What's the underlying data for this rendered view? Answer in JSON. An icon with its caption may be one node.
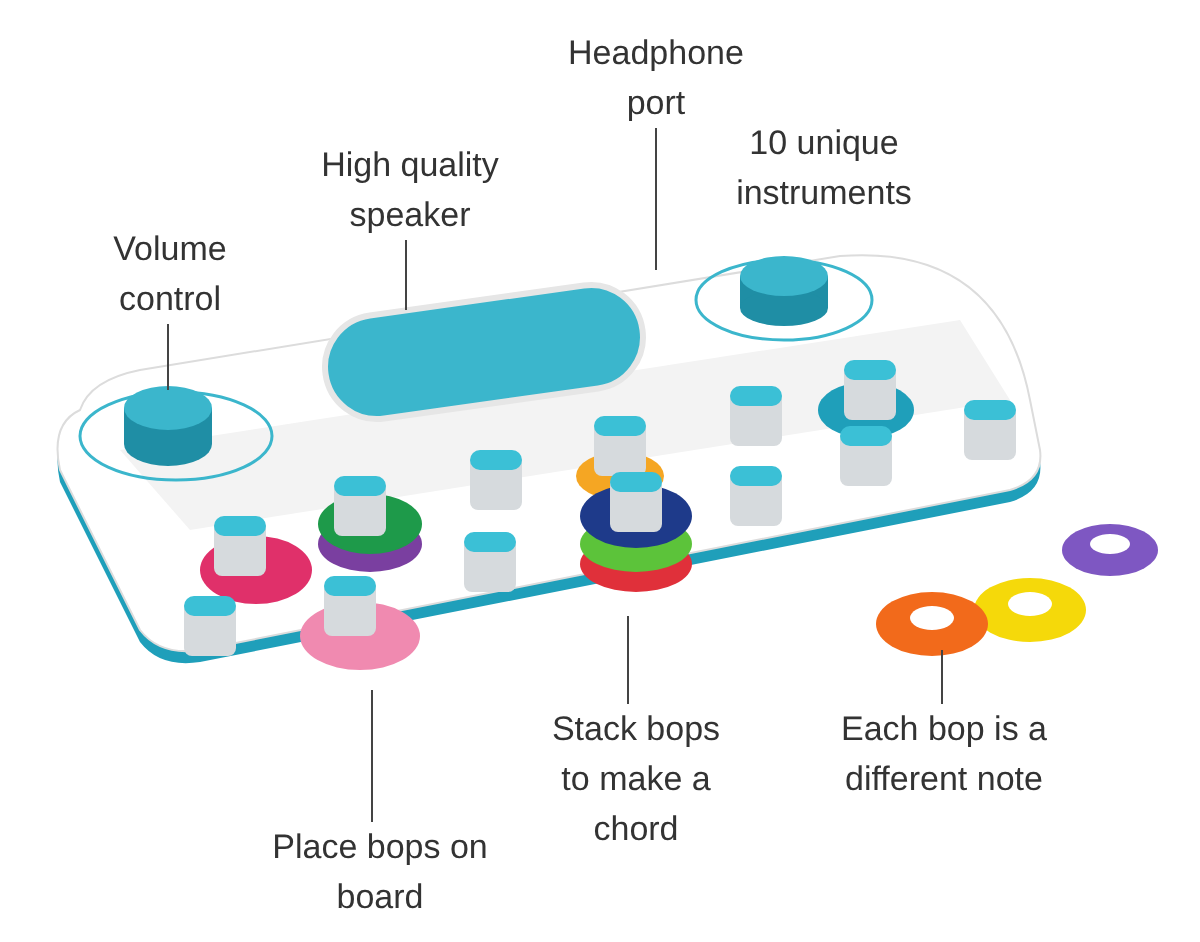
{
  "diagram": {
    "nodes": [
      {
        "text": [
          "Volume control"
        ]
      },
      {
        "text": [
          "High quality speaker"
        ]
      },
      {
        "text": [
          "Headphone port"
        ]
      },
      {
        "text": [
          "Place bops on board"
        ]
      },
      {
        "text": [
          "Stack bops to make a chord"
        ]
      },
      {
        "text": [
          "Each bop is a different note"
        ]
      }
    ],
    "edges": [
      {
        "from": 0,
        "to": null,
        "arrow": "none"
      },
      {
        "from": 1,
        "to": null,
        "arrow": "none"
      },
      {
        "from": 2,
        "to": null,
        "arrow": "none"
      },
      {
        "from": 3,
        "to": null,
        "arrow": "none"
      },
      {
        "from": 4,
        "to": null,
        "arrow": "none"
      },
      {
        "from": 5,
        "to": null,
        "arrow": "none"
      }
    ],
    "labels": [
      "10 unique instruments"
    ]
  }
}
